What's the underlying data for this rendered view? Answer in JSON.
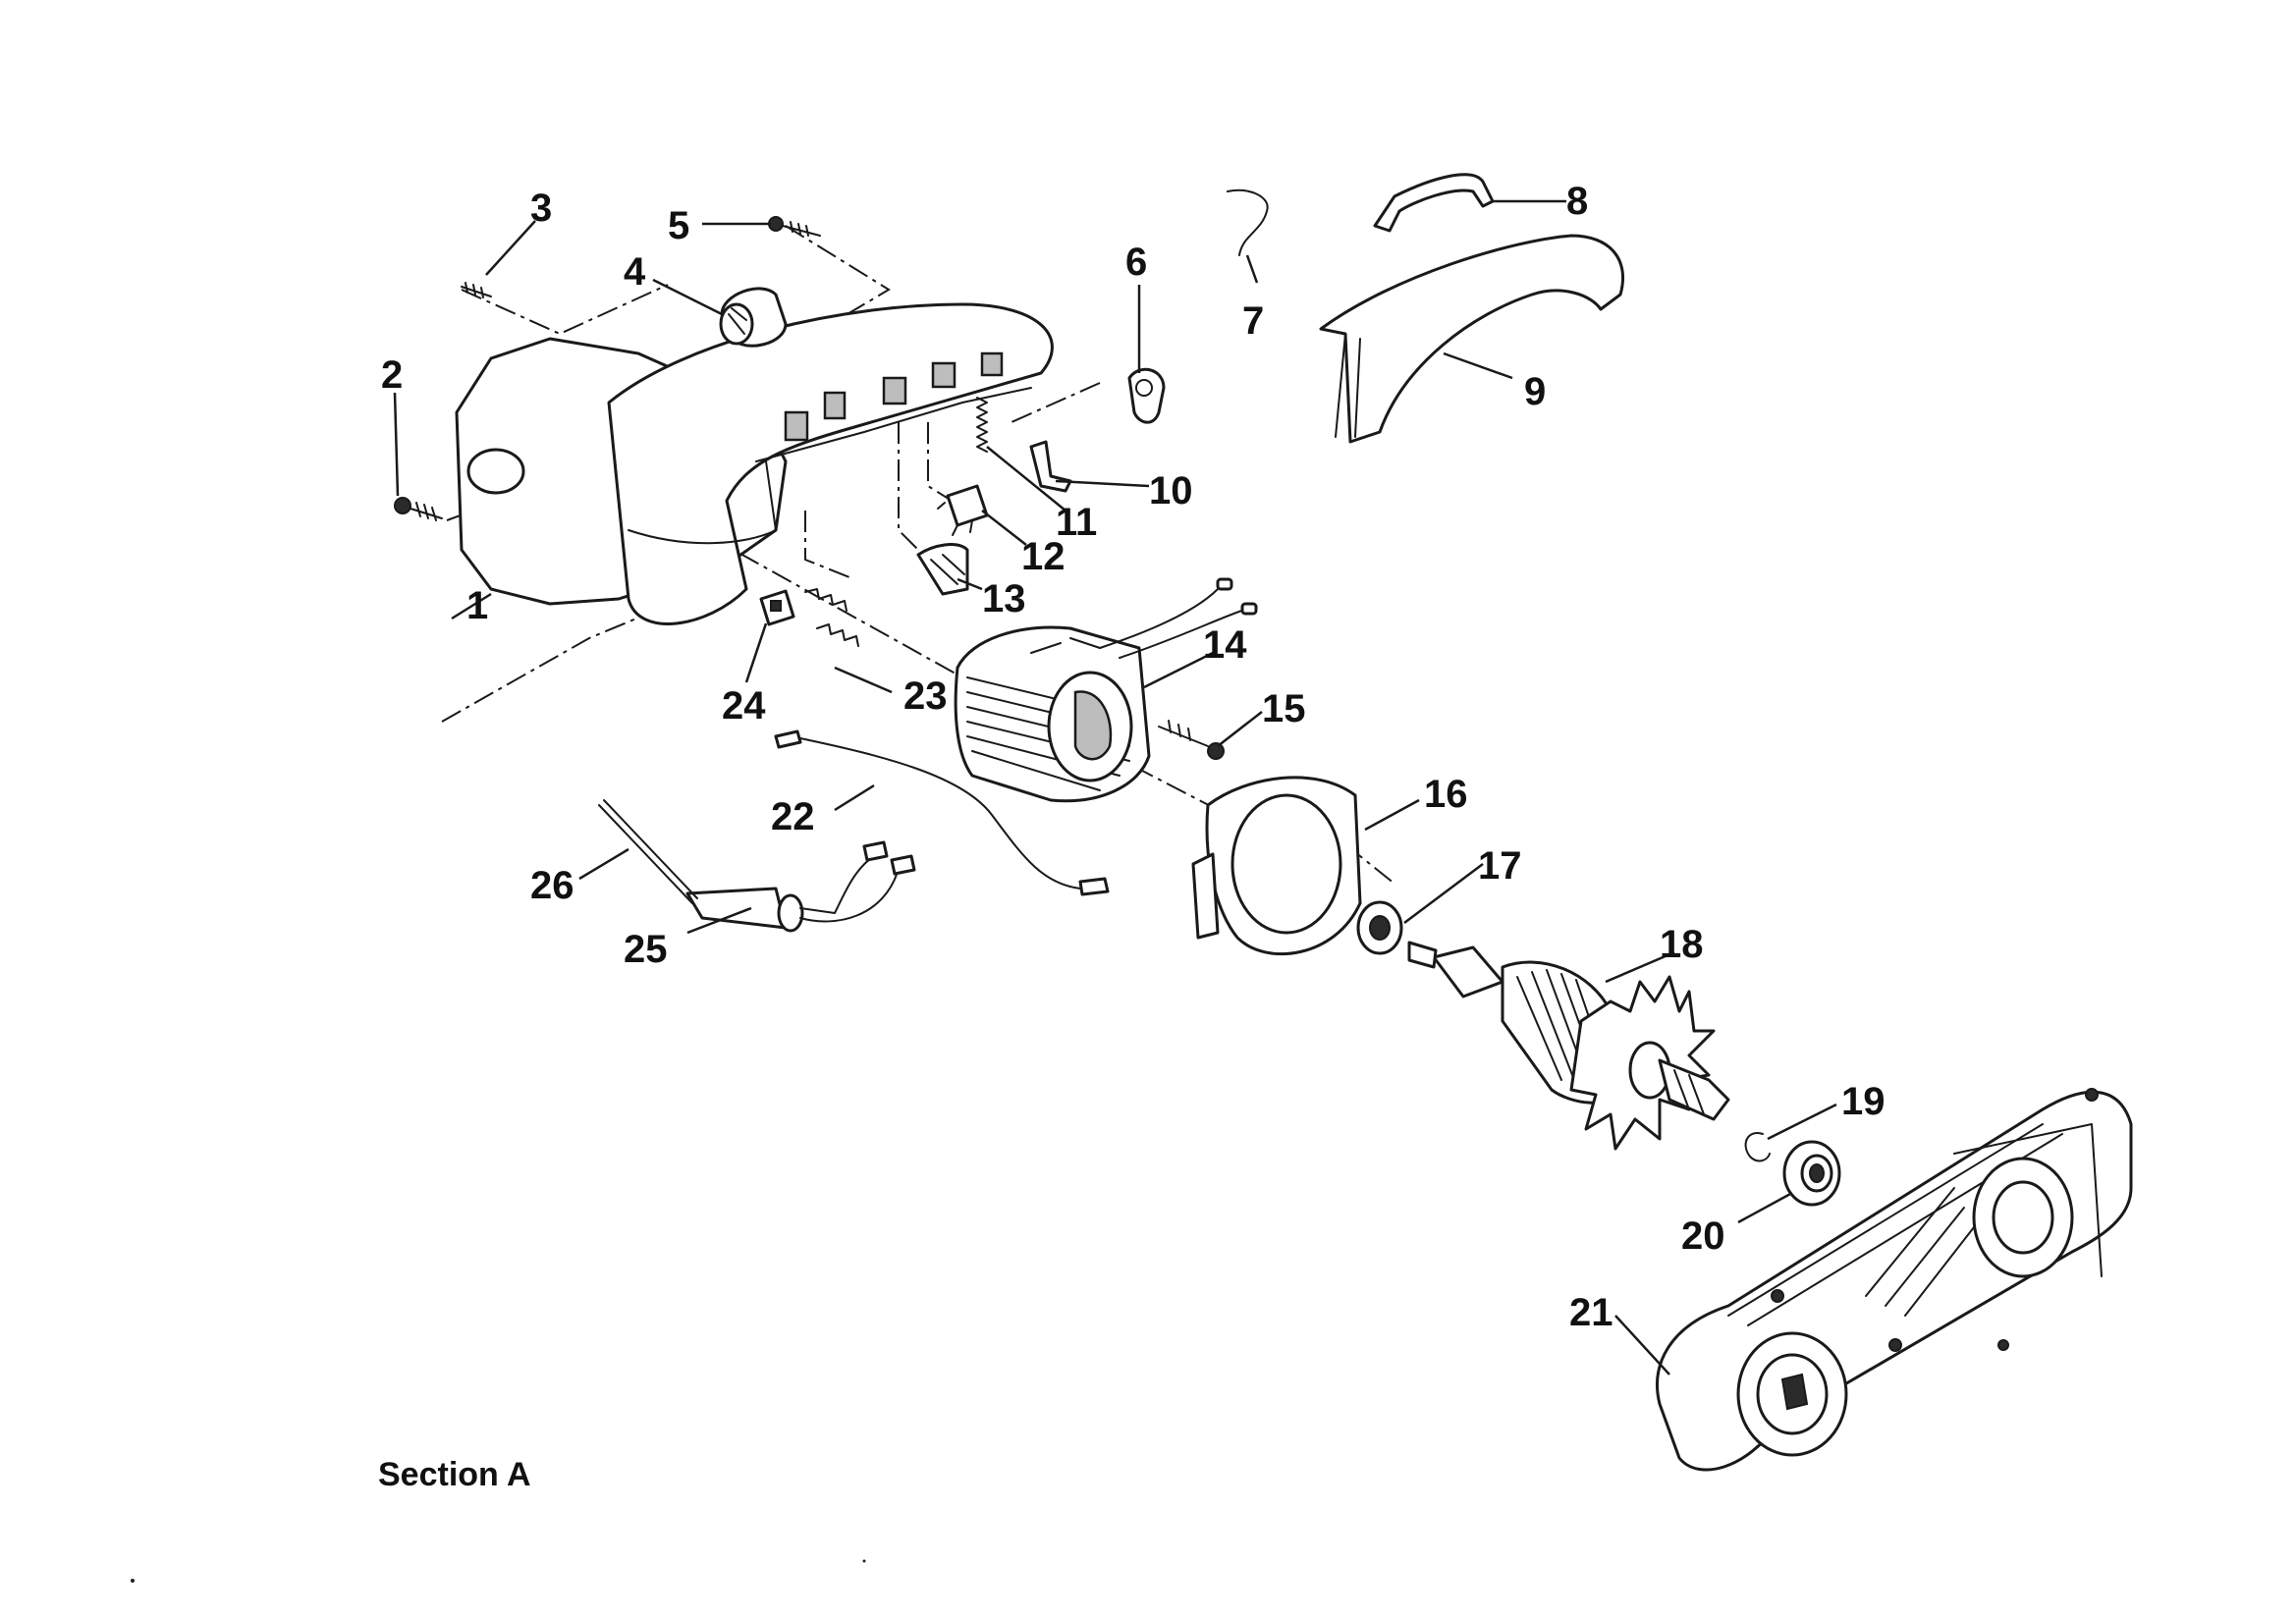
{
  "diagram": {
    "section_label": "Section A",
    "callouts": [
      "1",
      "2",
      "3",
      "4",
      "5",
      "6",
      "7",
      "8",
      "9",
      "10",
      "11",
      "12",
      "13",
      "14",
      "15",
      "16",
      "17",
      "18",
      "19",
      "20",
      "21",
      "22",
      "23",
      "24",
      "25",
      "26"
    ]
  }
}
